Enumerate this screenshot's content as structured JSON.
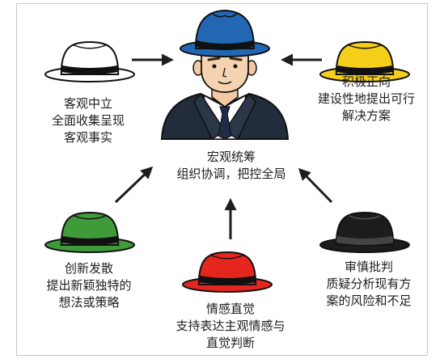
{
  "center": {
    "role": "宏观统筹",
    "desc": "组织协调，把控全局",
    "hat_color": "#2167b4"
  },
  "hats": {
    "white": {
      "color": "#ffffff",
      "title": "客观中立",
      "lines": [
        "全面收集呈现",
        "客观事实"
      ]
    },
    "yellow": {
      "color": "#f6cf1a",
      "title": "积极正向",
      "lines": [
        "建设性地提出可行",
        "解决方案"
      ]
    },
    "green": {
      "color": "#3f9a39",
      "title": "创新发散",
      "lines": [
        "提出新颖独特的",
        "想法或策略"
      ]
    },
    "red": {
      "color": "#e4261f",
      "title": "情感直觉",
      "lines": [
        "支持表达主观情感与",
        "直觉判断"
      ]
    },
    "black": {
      "color": "#1c1c1c",
      "title": "审慎批判",
      "lines": [
        "质疑分析现有方",
        "案的风险和不足"
      ]
    }
  }
}
